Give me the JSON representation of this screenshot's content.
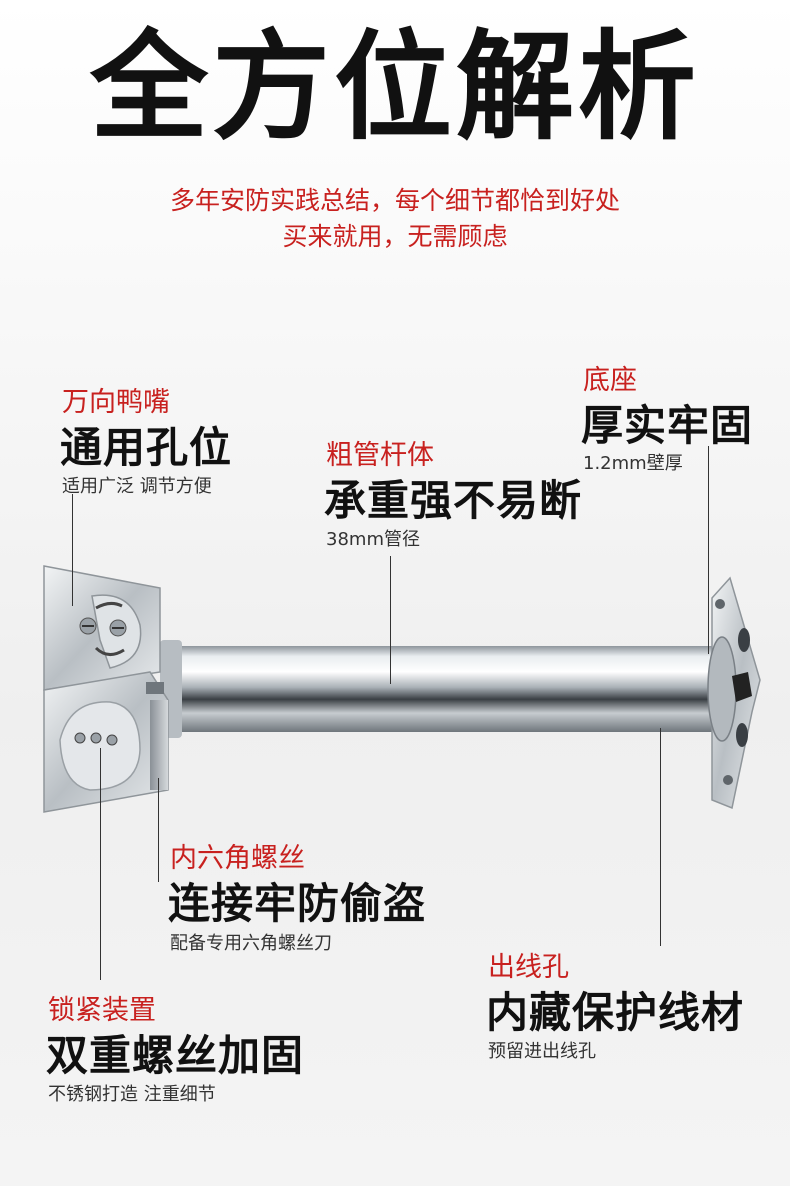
{
  "title": "全方位解析",
  "subtitle": {
    "line1": "多年安防实践总结，每个细节都恰到好处",
    "line2": "买来就用，无需顾虑"
  },
  "features": {
    "duckbill": {
      "category": "万向鸭嘴",
      "headline": "通用孔位",
      "note": "适用广泛 调节方便"
    },
    "pipe": {
      "category": "粗管杆体",
      "headline": "承重强不易断",
      "note": "38mm管径"
    },
    "base": {
      "category": "底座",
      "headline": "厚实牢固",
      "note": "1.2mm壁厚"
    },
    "hexscrew": {
      "category": "内六角螺丝",
      "headline": "连接牢防偷盗",
      "note": "配备专用六角螺丝刀"
    },
    "lock": {
      "category": "锁紧装置",
      "headline": "双重螺丝加固",
      "note": "不锈钢打造 注重细节"
    },
    "outlet": {
      "category": "出线孔",
      "headline": "内藏保护线材",
      "note": "预留进出线孔"
    }
  },
  "colors": {
    "accent_red": "#c8211f",
    "text_dark": "#111111",
    "steel": "#c9ced3"
  }
}
